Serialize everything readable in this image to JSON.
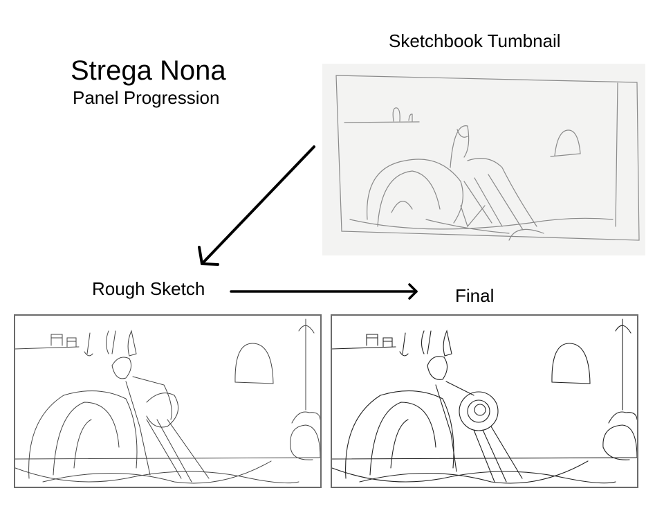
{
  "header": {
    "title": "Strega Nona",
    "subtitle": "Panel Progression"
  },
  "stages": [
    {
      "label": "Sketchbook Tumbnail",
      "kind": "pencil-thumbnail"
    },
    {
      "label": "Rough Sketch",
      "kind": "digital-rough"
    },
    {
      "label": "Final",
      "kind": "digital-clean"
    }
  ],
  "arrows": [
    {
      "from": "Sketchbook Tumbnail",
      "to": "Rough Sketch",
      "direction": "down-left"
    },
    {
      "from": "Rough Sketch",
      "to": "Final",
      "direction": "right"
    }
  ],
  "colors": {
    "background": "#ffffff",
    "text": "#000000",
    "pencil": "#8a8a8a",
    "panel_border": "#6a6a6a",
    "photo_paper": "#f3f3f2"
  }
}
